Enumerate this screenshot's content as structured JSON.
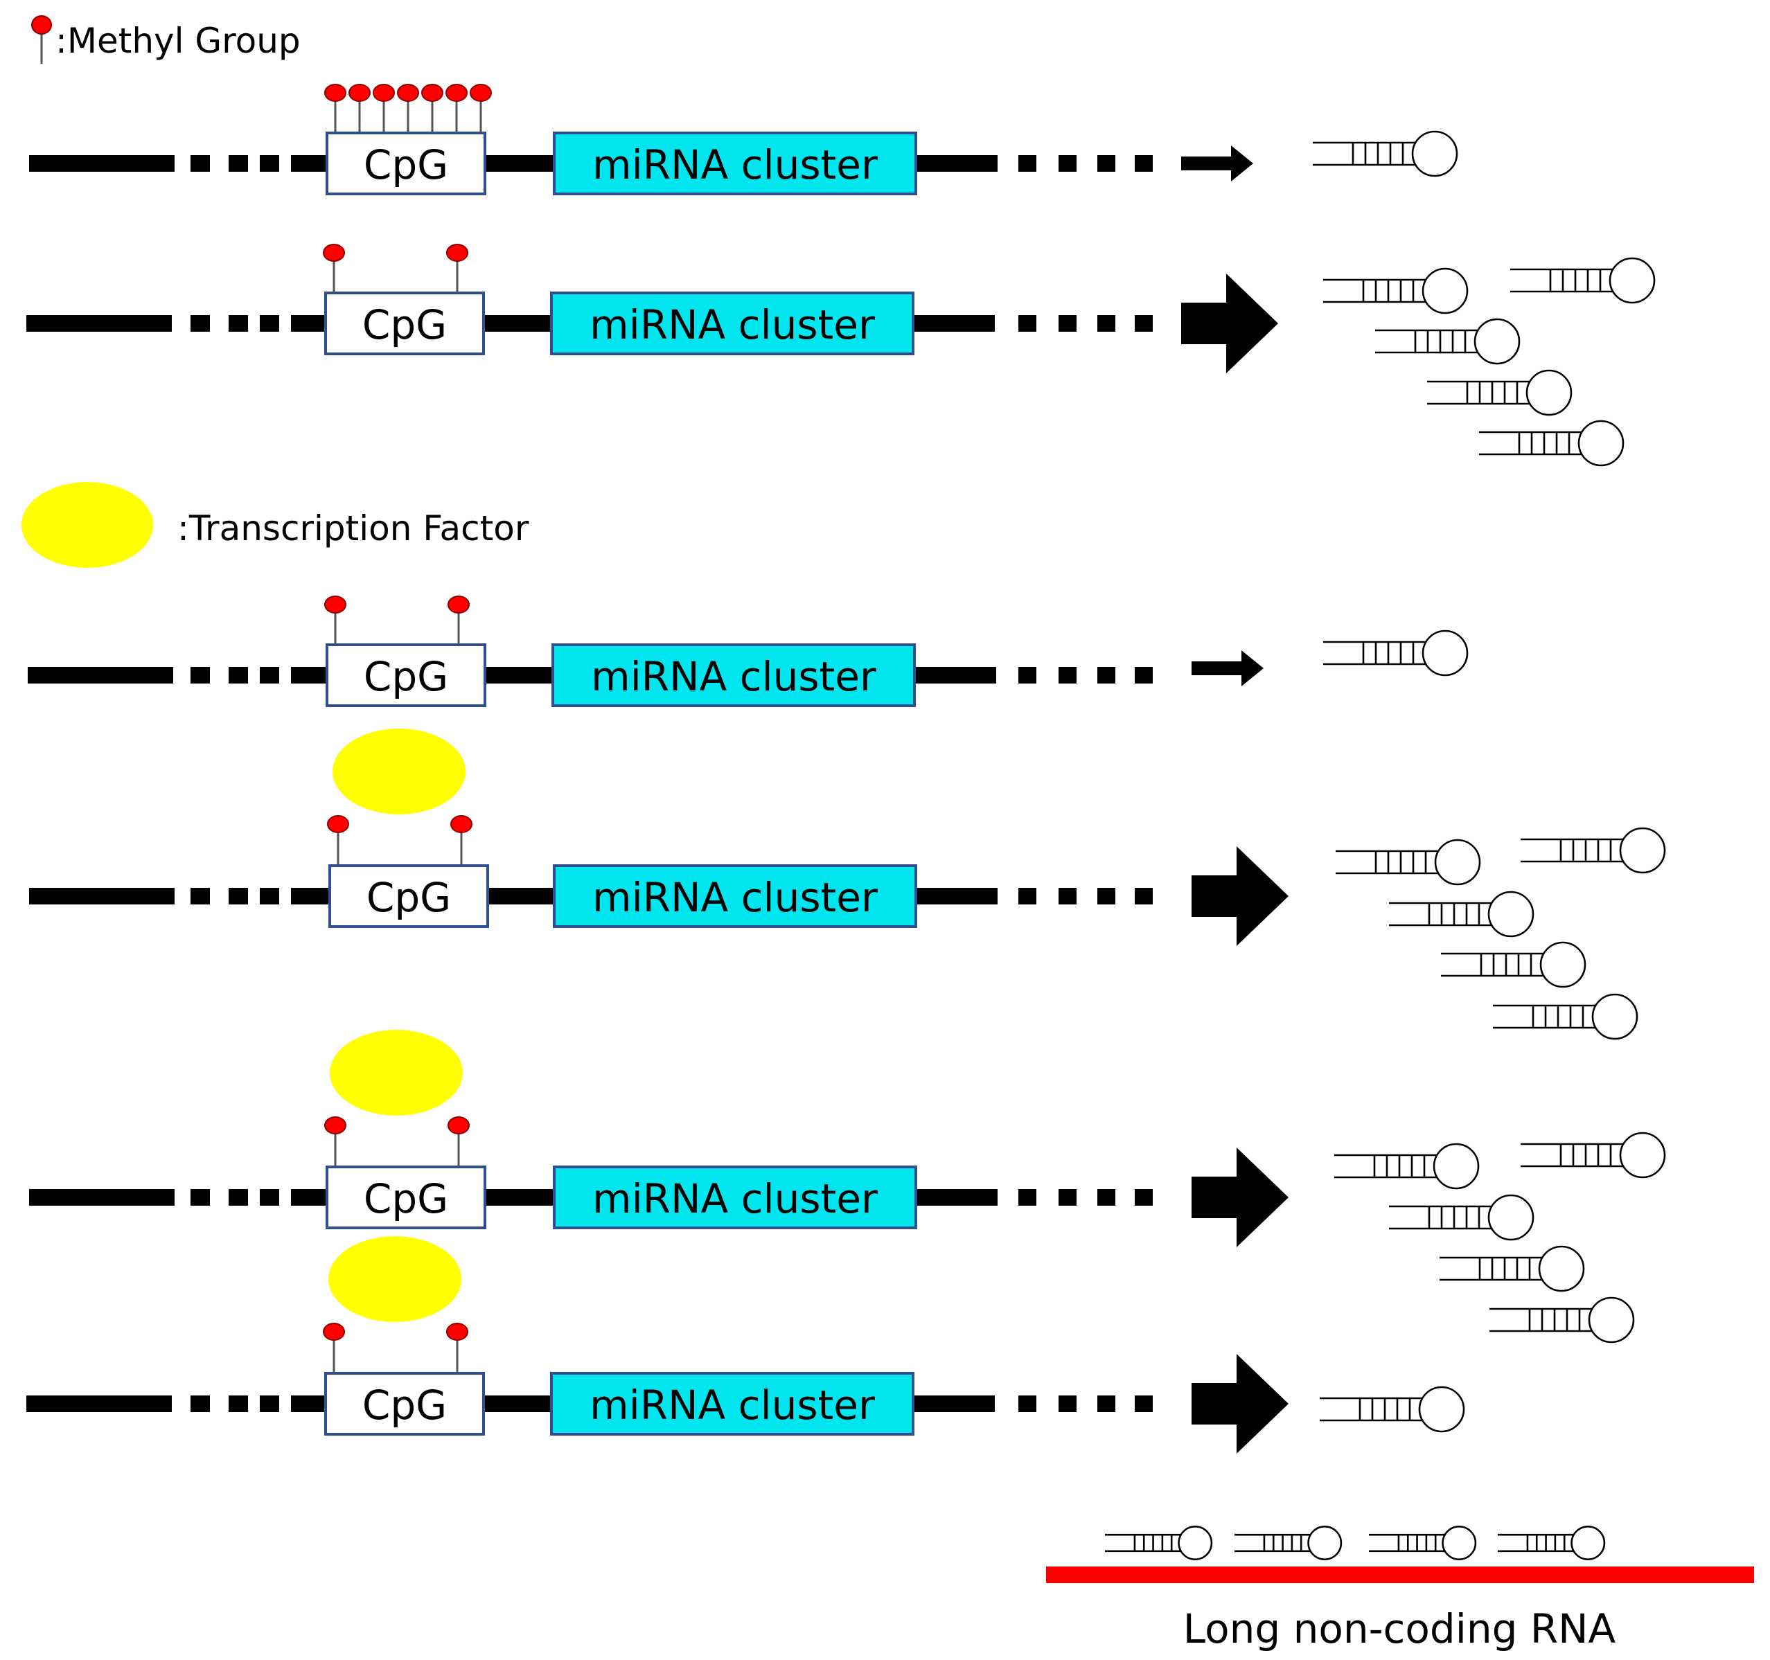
{
  "legend": {
    "methyl_label": ":Methyl Group",
    "tf_label": ":Transcription Factor"
  },
  "labels": {
    "cpg": "CpG",
    "mirna": "miRNA cluster",
    "lncrna": "Long non-coding RNA"
  },
  "colors": {
    "methyl": "#ff0000",
    "methyl_stroke": "#8b0000",
    "tf": "#ffff00",
    "mirna_box": "#00e5ee",
    "box_border": "#2f4f8f",
    "lncrna": "#ff0000",
    "dna": "#000000"
  },
  "rows": [
    {
      "methyl_count": 7,
      "tf": false,
      "arrow": "small",
      "mirna_count": 1
    },
    {
      "methyl_count": 2,
      "tf": false,
      "arrow": "large",
      "mirna_count": 5
    },
    {
      "methyl_count": 2,
      "tf": false,
      "arrow": "small",
      "mirna_count": 1
    },
    {
      "methyl_count": 2,
      "tf": true,
      "arrow": "large",
      "mirna_count": 5
    },
    {
      "methyl_count": 2,
      "tf": true,
      "arrow": "large",
      "mirna_count": 5
    },
    {
      "methyl_count": 2,
      "tf": true,
      "arrow": "large",
      "mirna_count": 1
    }
  ],
  "lncrna_bound_mirna_count": 4
}
